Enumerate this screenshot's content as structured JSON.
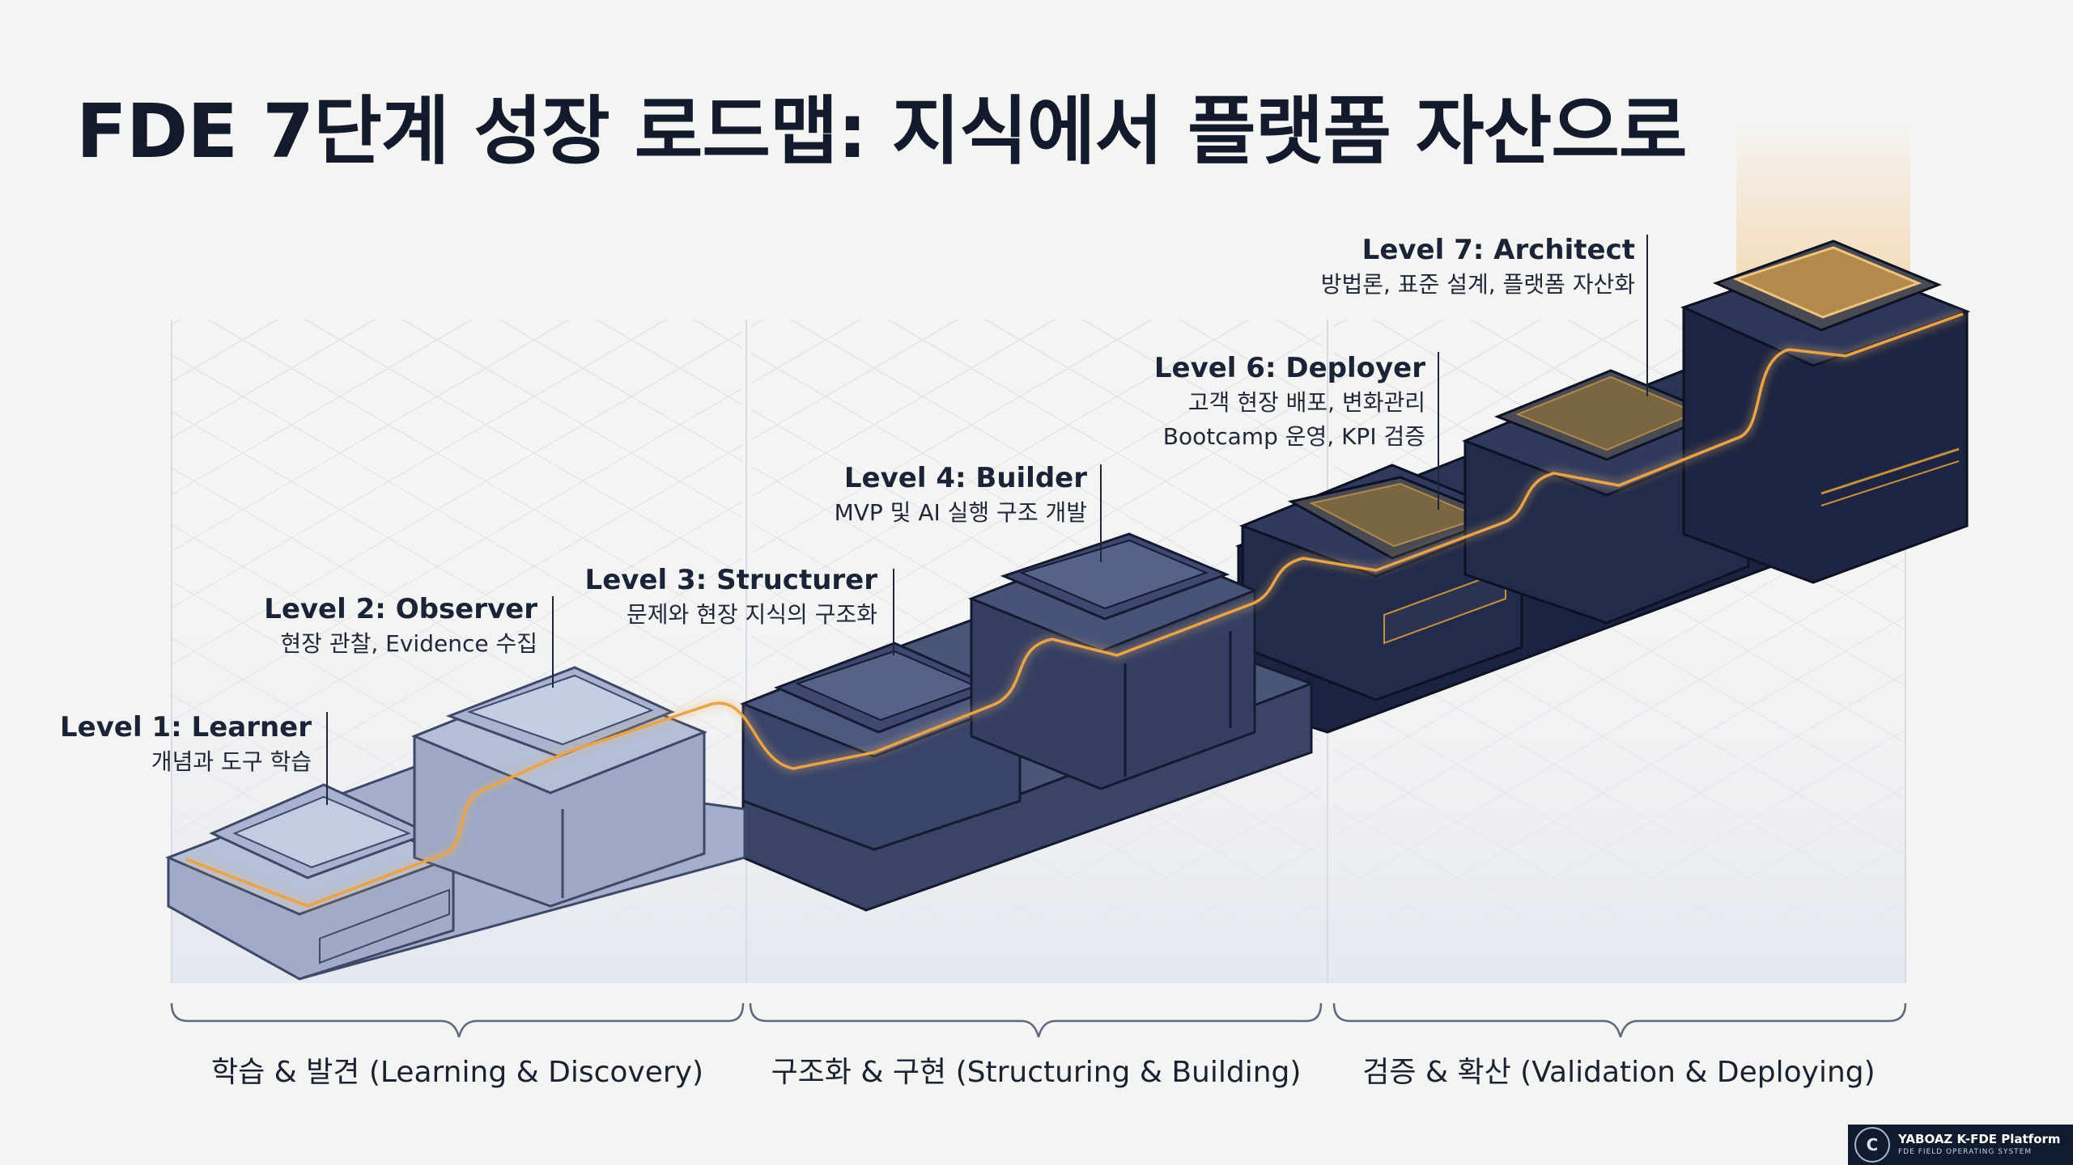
{
  "title": "FDE 7단계 성장 로드맵: 지식에서 플랫폼 자산으로",
  "levels": [
    {
      "title": "Level 1: Learner",
      "desc": [
        "개념과 도구 학습"
      ]
    },
    {
      "title": "Level 2: Observer",
      "desc": [
        "현장 관찰, Evidence 수집"
      ]
    },
    {
      "title": "Level 3: Structurer",
      "desc": [
        "문제와 현장 지식의 구조화"
      ]
    },
    {
      "title": "Level 4: Builder",
      "desc": [
        "MVP 및 AI 실행 구조 개발"
      ]
    },
    {
      "title": "Level 6: Deployer",
      "desc": [
        "고객 현장 배포, 변화관리",
        "Bootcamp 운영, KPI 검증"
      ]
    },
    {
      "title": "Level 7: Architect",
      "desc": [
        "방법론, 표준 설계, 플랫폼 자산화"
      ]
    }
  ],
  "phases": [
    {
      "label": "학습 & 발견 (Learning & Discovery)"
    },
    {
      "label": "구조화 & 구현 (Structuring & Building)"
    },
    {
      "label": "검증 & 확산 (Validation & Deploying)"
    }
  ],
  "watermark": {
    "logo": "C",
    "title": "YABOAZ K-FDE Platform",
    "subtitle": "FDE FIELD OPERATING SYSTEM"
  },
  "colors": {
    "background": "#f4f4f2",
    "phase1_block": "#a9b4cf",
    "phase2_block": "#3f4a6e",
    "phase3_block": "#1f2742",
    "accent_glow": "#e8a44a",
    "title": "#121a2c"
  }
}
